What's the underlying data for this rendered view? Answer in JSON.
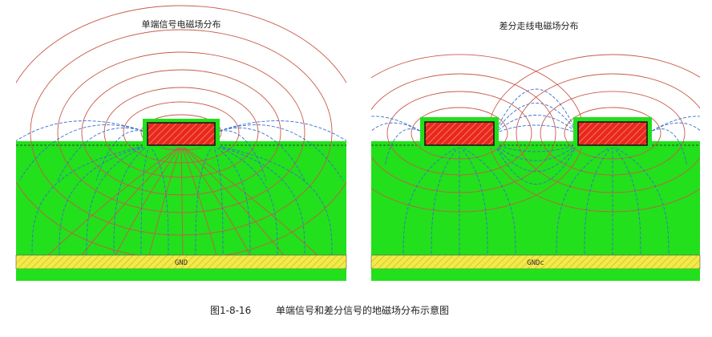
{
  "left_panel": {
    "title": "单端信号电磁场分布",
    "gnd_label": "GND"
  },
  "right_panel": {
    "title": "差分走线电磁场分布",
    "gnd_label": "GNDc"
  },
  "caption": {
    "figure_number": "图1-8-16",
    "text": "单端信号和差分信号的地磁场分布示意图"
  },
  "colors": {
    "dielectric": "#22e01b",
    "trace": "#e8281e",
    "gnd_plane": "#f2ea4a",
    "e_field_line": "#c85a4a",
    "h_field_line": "#3a6fcf"
  }
}
